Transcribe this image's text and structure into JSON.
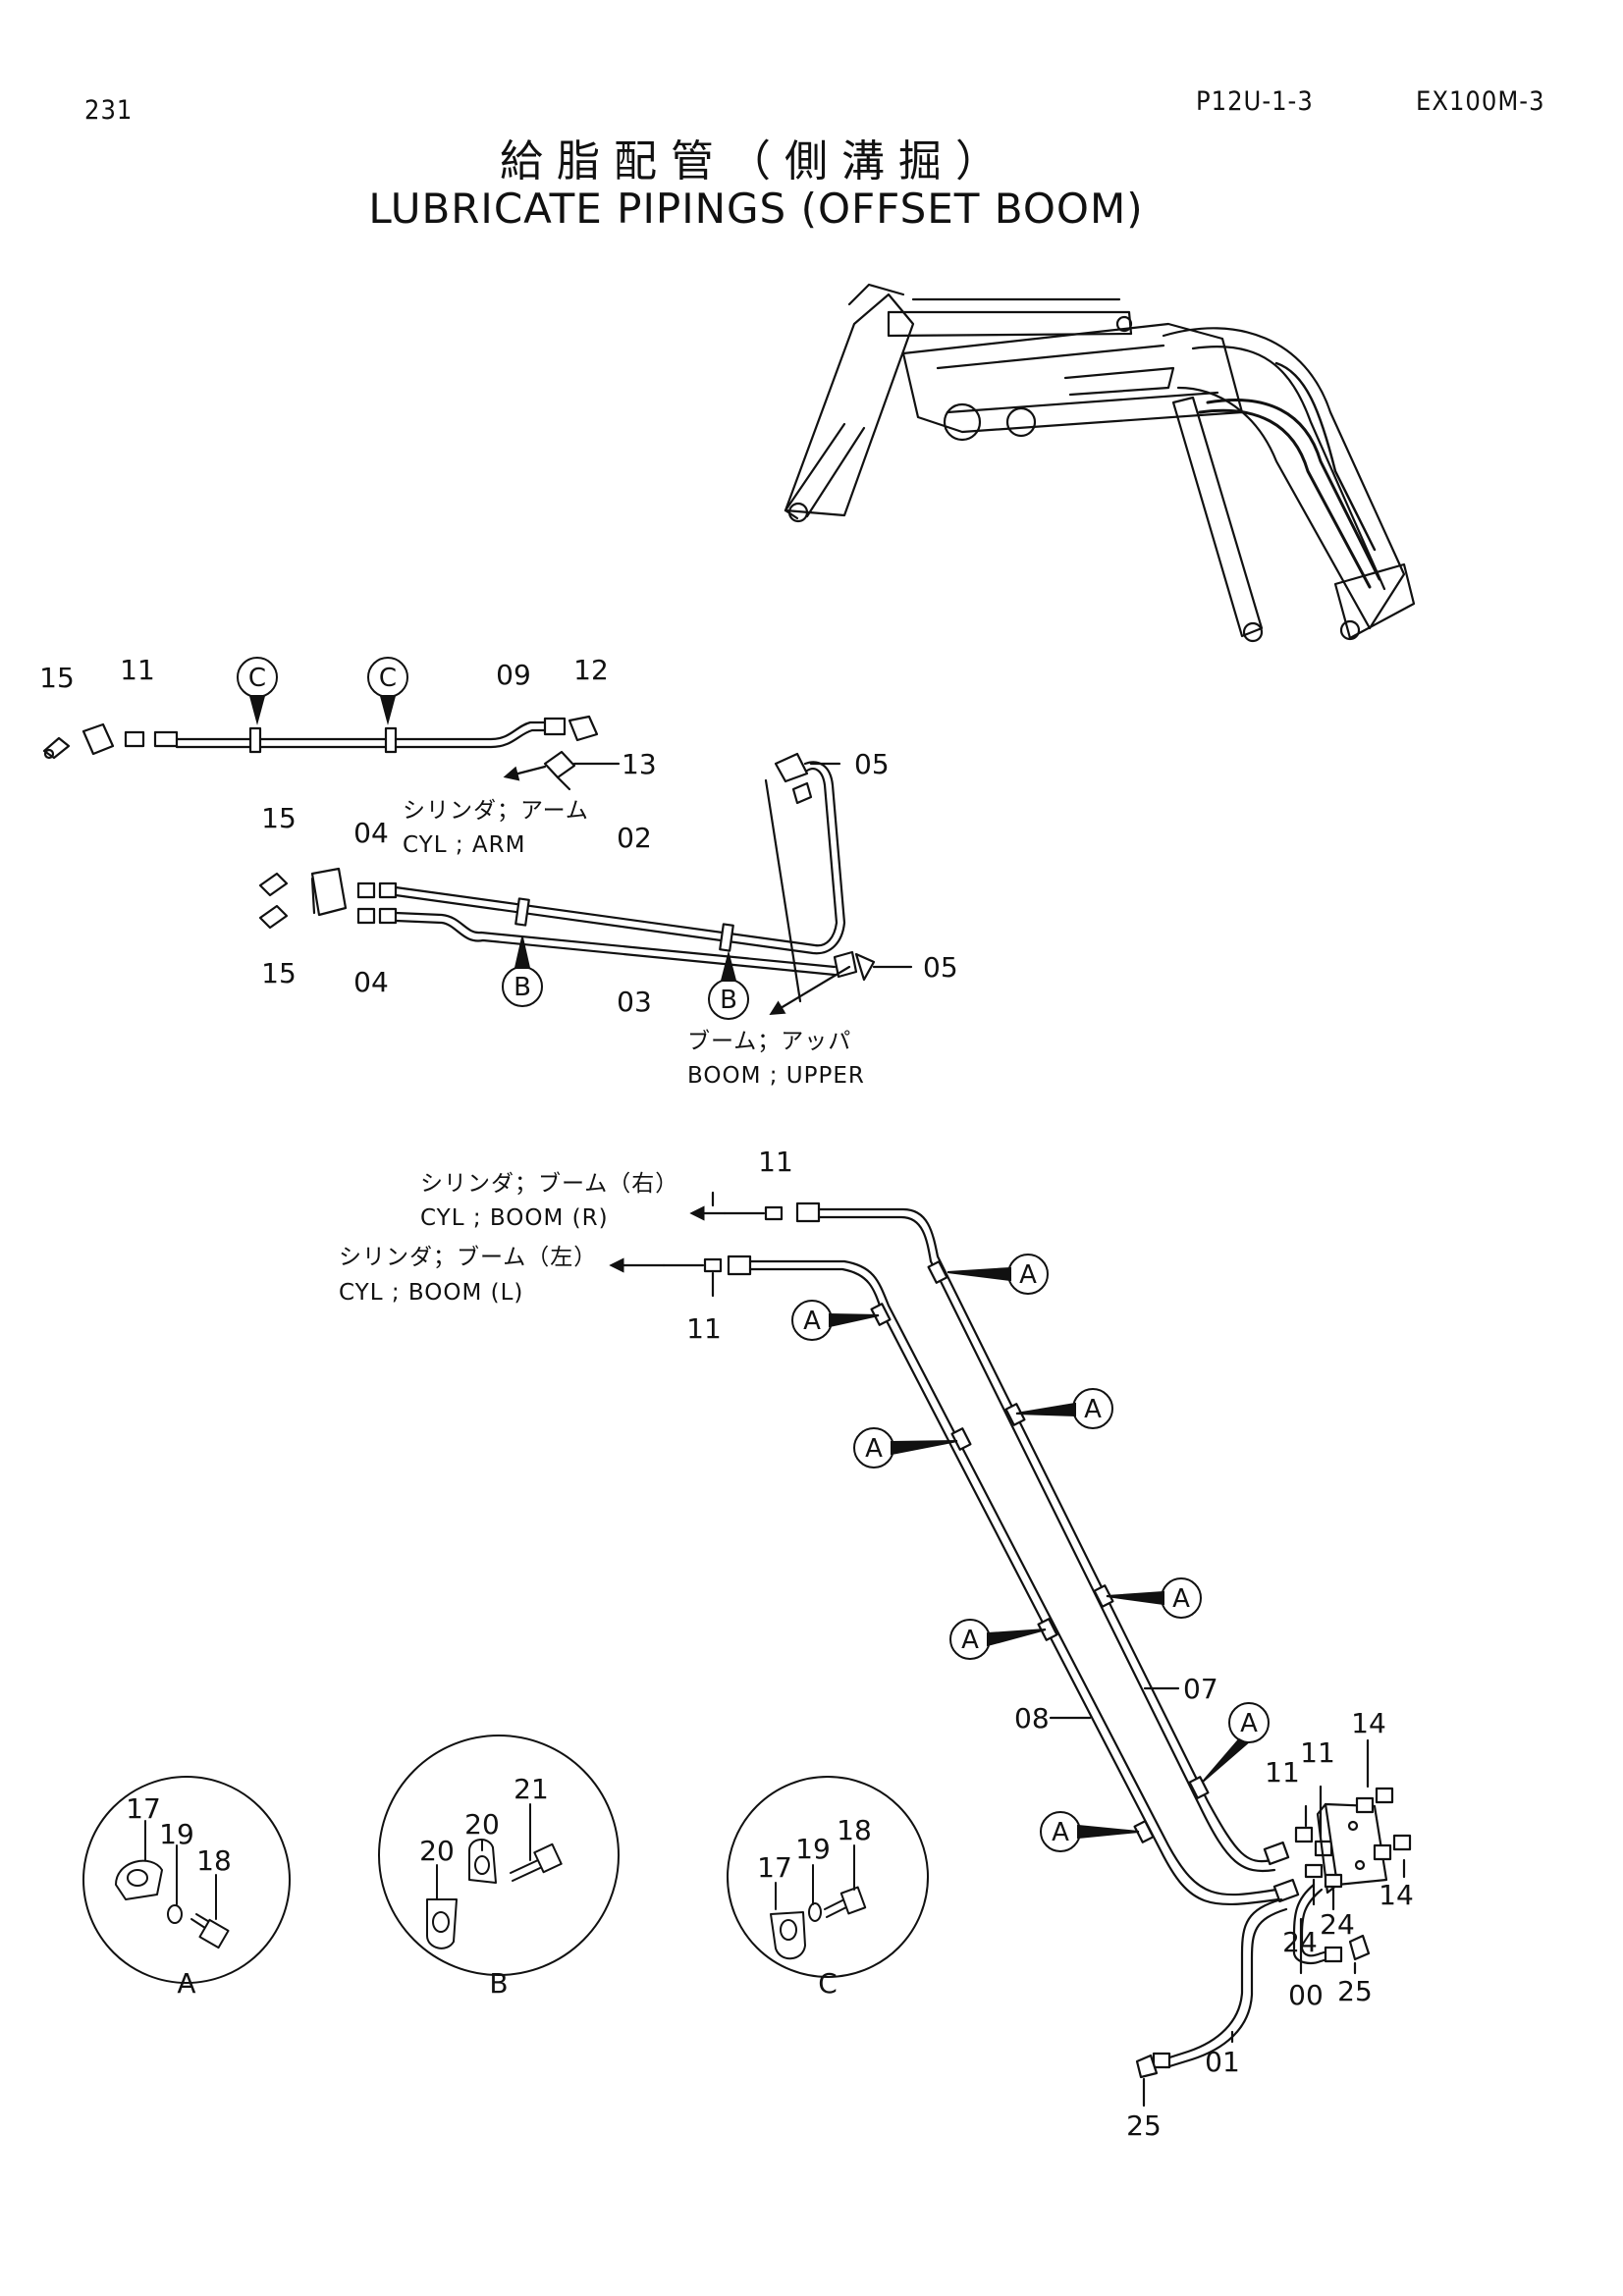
{
  "header": {
    "page_number": "231",
    "group_code": "P12U-1-3",
    "model": "EX100M-3"
  },
  "title": {
    "japanese": "給脂配管（側溝掘）",
    "english": "LUBRICATE PIPINGS (OFFSET BOOM)"
  },
  "part_numbers": {
    "p00": "00",
    "p01": "01",
    "p02": "02",
    "p03": "03",
    "p04": "04",
    "p05": "05",
    "p07": "07",
    "p08": "08",
    "p09": "09",
    "p11": "11",
    "p12": "12",
    "p13": "13",
    "p14": "14",
    "p15": "15",
    "p17": "17",
    "p18": "18",
    "p19": "19",
    "p20": "20",
    "p21": "21",
    "p24": "24",
    "p25": "25"
  },
  "callout_letters": {
    "a": "A",
    "b": "B",
    "c": "C"
  },
  "destinations": {
    "arm_jp": "シリンダ；アーム",
    "arm_en": "CYL ; ARM",
    "boom_upper_jp": "ブーム；アッパ",
    "boom_upper_en": "BOOM ; UPPER",
    "boom_r_jp": "シリンダ；ブーム（右）",
    "boom_r_en": "CYL ; BOOM (R)",
    "boom_l_jp": "シリンダ；ブーム（左）",
    "boom_l_en": "CYL ; BOOM (L)"
  },
  "detail_views": {
    "a": "A",
    "b": "B",
    "c": "C"
  }
}
